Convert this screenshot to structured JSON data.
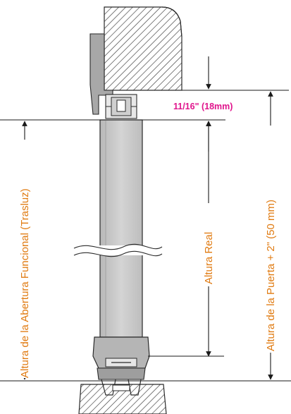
{
  "labels": {
    "top_gap": "11/16\" (18mm)",
    "functional_opening": "Altura de la Abertura Funcional (Trasluz)",
    "actual_height": "Altura Real",
    "door_height": "Altura de la Puerta + 2\" (50 mm)"
  },
  "colors": {
    "dimension_label": "#e07a10",
    "gap_label": "#e0148c",
    "door_fill": "#c8c8c8",
    "hatch": "#2a2a2a"
  }
}
